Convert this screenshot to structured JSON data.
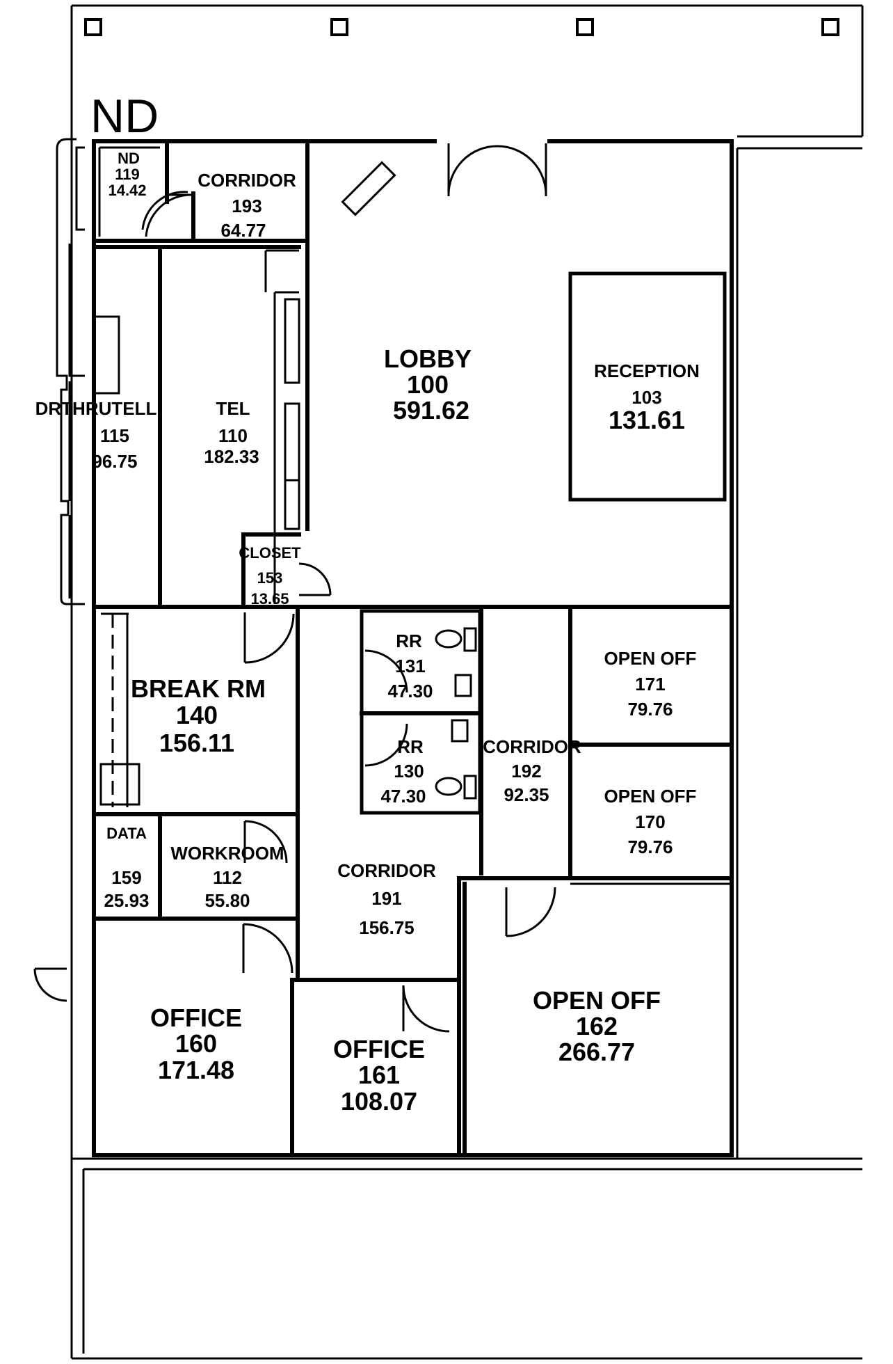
{
  "plan_title": "ND",
  "rooms": {
    "nd119": {
      "name": "ND",
      "number": "119",
      "area": "14.42"
    },
    "corridor193": {
      "name": "CORRIDOR",
      "number": "193",
      "area": "64.77"
    },
    "lobby100": {
      "name": "LOBBY",
      "number": "100",
      "area": "591.62"
    },
    "reception103": {
      "name": "RECEPTION",
      "number": "103",
      "area": "131.61"
    },
    "drthrutell115": {
      "name": "DRTHRUTELL",
      "number": "115",
      "area": "96.75"
    },
    "tel110": {
      "name": "TEL",
      "number": "110",
      "area": "182.33"
    },
    "closet153": {
      "name": "CLOSET",
      "number": "153",
      "area": "13.65"
    },
    "rr131": {
      "name": "RR",
      "number": "131",
      "area": "47.30"
    },
    "rr130": {
      "name": "RR",
      "number": "130",
      "area": "47.30"
    },
    "openoff171": {
      "name": "OPEN OFF",
      "number": "171",
      "area": "79.76"
    },
    "openoff170": {
      "name": "OPEN OFF",
      "number": "170",
      "area": "79.76"
    },
    "breakrm140": {
      "name": "BREAK RM",
      "number": "140",
      "area": "156.11"
    },
    "corridor192": {
      "name": "CORRIDOR",
      "number": "192",
      "area": "92.35"
    },
    "data159": {
      "name": "DATA",
      "number": "159",
      "area": "25.93"
    },
    "workroom112": {
      "name": "WORKROOM",
      "number": "112",
      "area": "55.80"
    },
    "corridor191": {
      "name": "CORRIDOR",
      "number": "191",
      "area": "156.75"
    },
    "office160": {
      "name": "OFFICE",
      "number": "160",
      "area": "171.48"
    },
    "office161": {
      "name": "OFFICE",
      "number": "161",
      "area": "108.07"
    },
    "openoff162": {
      "name": "OPEN OFF",
      "number": "162",
      "area": "266.77"
    }
  }
}
